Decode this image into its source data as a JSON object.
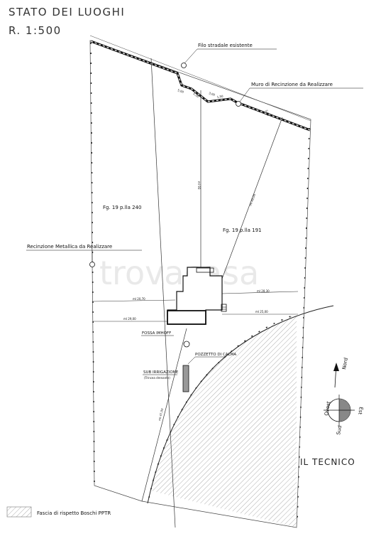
{
  "title": {
    "line1": "STATO DEI LUOGHI",
    "line2": "R. 1:500"
  },
  "labels": {
    "filo_stradale": "Filo stradale esistente",
    "muro_recinzione": "Muro di Recinzione da Realizzare",
    "recinzione_metallica": "Recinzione Metallica da Realizzare",
    "parcel_240": "Fg. 19 p.lla 240",
    "parcel_191": "Fg. 19 p.lla 191",
    "fossa": "FOSSA IMHOFF",
    "pozzetto": "POZZETTO DI CALMA",
    "sub_irrigazione": "SUB IRRIGAZIONE",
    "sub_irrigazione_note": "(Trincea drenante)",
    "tecnico": "IL TECNICO",
    "legend_fascia": "Fascia di rispetto Boschi PPTR"
  },
  "dimensions": {
    "d_vertical": "ml 93",
    "d_diag_right": "ml 48,00",
    "d_right_upper": "ml 28,30",
    "d_right_lower": "ml 25,00",
    "d_left_upper": "ml 20,70",
    "d_left_lower": "ml 29,00",
    "d_diag_lower": "ml 47,00",
    "w1": "5,00",
    "w2": "2,50",
    "w3": "3,00",
    "w4": "1,50",
    "w5": "3,00"
  },
  "compass": {
    "nord": "Nord",
    "est": "Est",
    "sud": "Sud",
    "ovest": "Ovest"
  },
  "watermark": "trovacasa"
}
